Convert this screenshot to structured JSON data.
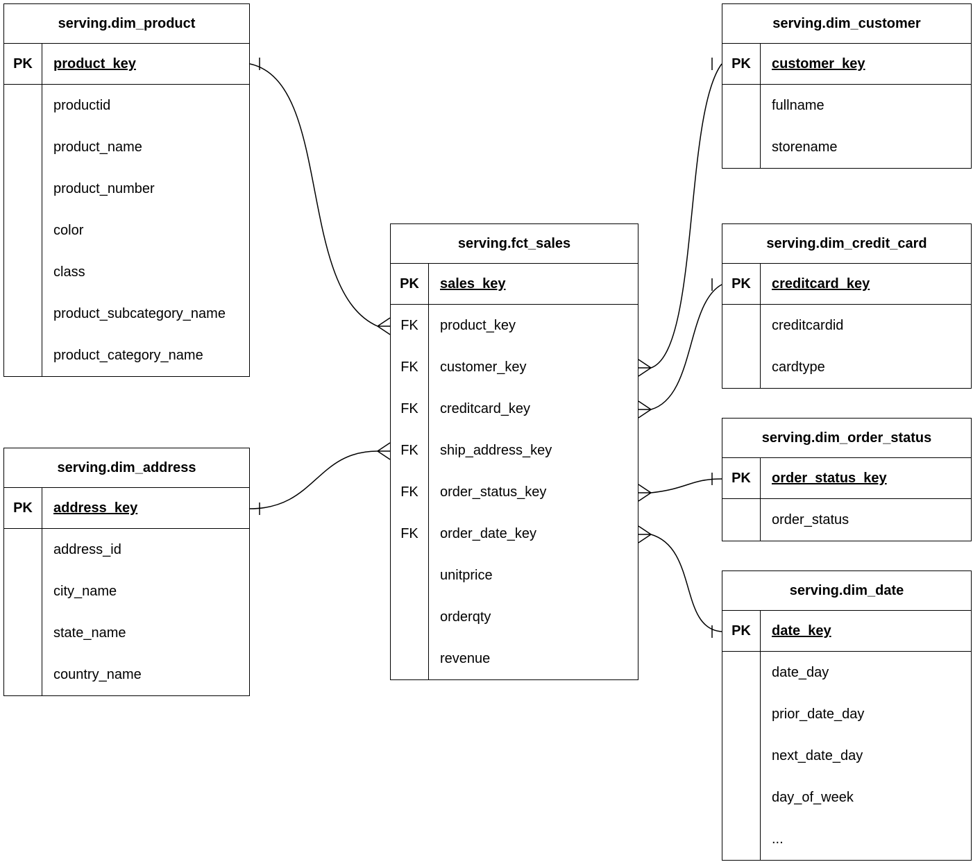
{
  "tables": {
    "dim_product": {
      "title": "serving.dim_product",
      "pk_label": "PK",
      "pk_field": "product_key",
      "fields": [
        "productid",
        "product_name",
        "product_number",
        "color",
        "class",
        "product_subcategory_name",
        "product_category_name"
      ]
    },
    "dim_customer": {
      "title": "serving.dim_customer",
      "pk_label": "PK",
      "pk_field": "customer_key",
      "fields": [
        "fullname",
        "storename"
      ]
    },
    "fct_sales": {
      "title": "serving.fct_sales",
      "pk_label": "PK",
      "pk_field": "sales_key",
      "fk_label": "FK",
      "fk_fields": [
        "product_key",
        "customer_key",
        "creditcard_key",
        "ship_address_key",
        "order_status_key",
        "order_date_key"
      ],
      "measure_fields": [
        "unitprice",
        "orderqty",
        "revenue"
      ]
    },
    "dim_credit_card": {
      "title": "serving.dim_credit_card",
      "pk_label": "PK",
      "pk_field": "creditcard_key",
      "fields": [
        "creditcardid",
        "cardtype"
      ]
    },
    "dim_order_status": {
      "title": "serving.dim_order_status",
      "pk_label": "PK",
      "pk_field": "order_status_key",
      "fields": [
        "order_status"
      ]
    },
    "dim_date": {
      "title": "serving.dim_date",
      "pk_label": "PK",
      "pk_field": "date_key",
      "fields": [
        "date_day",
        "prior_date_day",
        "next_date_day",
        "day_of_week",
        "..."
      ]
    },
    "dim_address": {
      "title": "serving.dim_address",
      "pk_label": "PK",
      "pk_field": "address_key",
      "fields": [
        "address_id",
        "city_name",
        "state_name",
        "country_name"
      ]
    }
  },
  "relationships": [
    {
      "from_table": "serving.fct_sales",
      "from_field": "product_key",
      "to_table": "serving.dim_product",
      "to_field": "product_key",
      "cardinality": "many-to-one"
    },
    {
      "from_table": "serving.fct_sales",
      "from_field": "customer_key",
      "to_table": "serving.dim_customer",
      "to_field": "customer_key",
      "cardinality": "many-to-one"
    },
    {
      "from_table": "serving.fct_sales",
      "from_field": "creditcard_key",
      "to_table": "serving.dim_credit_card",
      "to_field": "creditcard_key",
      "cardinality": "many-to-one"
    },
    {
      "from_table": "serving.fct_sales",
      "from_field": "ship_address_key",
      "to_table": "serving.dim_address",
      "to_field": "address_key",
      "cardinality": "many-to-one"
    },
    {
      "from_table": "serving.fct_sales",
      "from_field": "order_status_key",
      "to_table": "serving.dim_order_status",
      "to_field": "order_status_key",
      "cardinality": "many-to-one"
    },
    {
      "from_table": "serving.fct_sales",
      "from_field": "order_date_key",
      "to_table": "serving.dim_date",
      "to_field": "date_key",
      "cardinality": "many-to-one"
    }
  ],
  "colors": {
    "line": "#000000",
    "background": "#ffffff",
    "text": "#000000"
  }
}
